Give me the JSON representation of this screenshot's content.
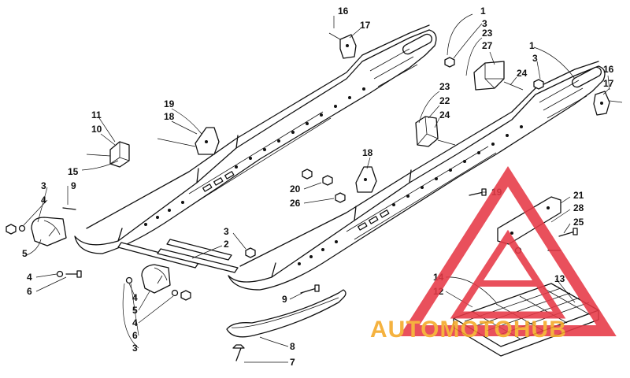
{
  "diagram": {
    "callouts": [
      {
        "id": "c1a",
        "text": "1"
      },
      {
        "id": "c3a",
        "text": "3"
      },
      {
        "id": "c16a",
        "text": "16"
      },
      {
        "id": "c17a",
        "text": "17"
      },
      {
        "id": "c23a",
        "text": "23"
      },
      {
        "id": "c27",
        "text": "27"
      },
      {
        "id": "c1b",
        "text": "1"
      },
      {
        "id": "c3b",
        "text": "3"
      },
      {
        "id": "c24a",
        "text": "24"
      },
      {
        "id": "c16b",
        "text": "16"
      },
      {
        "id": "c17b",
        "text": "17"
      },
      {
        "id": "c23b",
        "text": "23"
      },
      {
        "id": "c22",
        "text": "22"
      },
      {
        "id": "c24b",
        "text": "24"
      },
      {
        "id": "c19a",
        "text": "19"
      },
      {
        "id": "c18a",
        "text": "18"
      },
      {
        "id": "c11",
        "text": "11"
      },
      {
        "id": "c10",
        "text": "10"
      },
      {
        "id": "c15",
        "text": "15"
      },
      {
        "id": "c18b",
        "text": "18"
      },
      {
        "id": "c20",
        "text": "20"
      },
      {
        "id": "c26",
        "text": "26"
      },
      {
        "id": "c19b",
        "text": "19"
      },
      {
        "id": "c21",
        "text": "21"
      },
      {
        "id": "c28",
        "text": "28"
      },
      {
        "id": "c25",
        "text": "25"
      },
      {
        "id": "c3c",
        "text": "3"
      },
      {
        "id": "c4a",
        "text": "4"
      },
      {
        "id": "c9a",
        "text": "9"
      },
      {
        "id": "c5a",
        "text": "5"
      },
      {
        "id": "c4b",
        "text": "4"
      },
      {
        "id": "c6a",
        "text": "6"
      },
      {
        "id": "c3d",
        "text": "3"
      },
      {
        "id": "c2",
        "text": "2"
      },
      {
        "id": "c4c",
        "text": "4"
      },
      {
        "id": "c5b",
        "text": "5"
      },
      {
        "id": "c4d",
        "text": "4"
      },
      {
        "id": "c6b",
        "text": "6"
      },
      {
        "id": "c3e",
        "text": "3"
      },
      {
        "id": "c9b",
        "text": "9"
      },
      {
        "id": "c14",
        "text": "14"
      },
      {
        "id": "c12",
        "text": "12"
      },
      {
        "id": "c13",
        "text": "13"
      },
      {
        "id": "c8",
        "text": "8"
      },
      {
        "id": "c7",
        "text": "7"
      }
    ]
  },
  "watermark": {
    "text": "AUTOMOTOHUB",
    "logo_color": "#e63946",
    "text_color": "#f4a825"
  }
}
